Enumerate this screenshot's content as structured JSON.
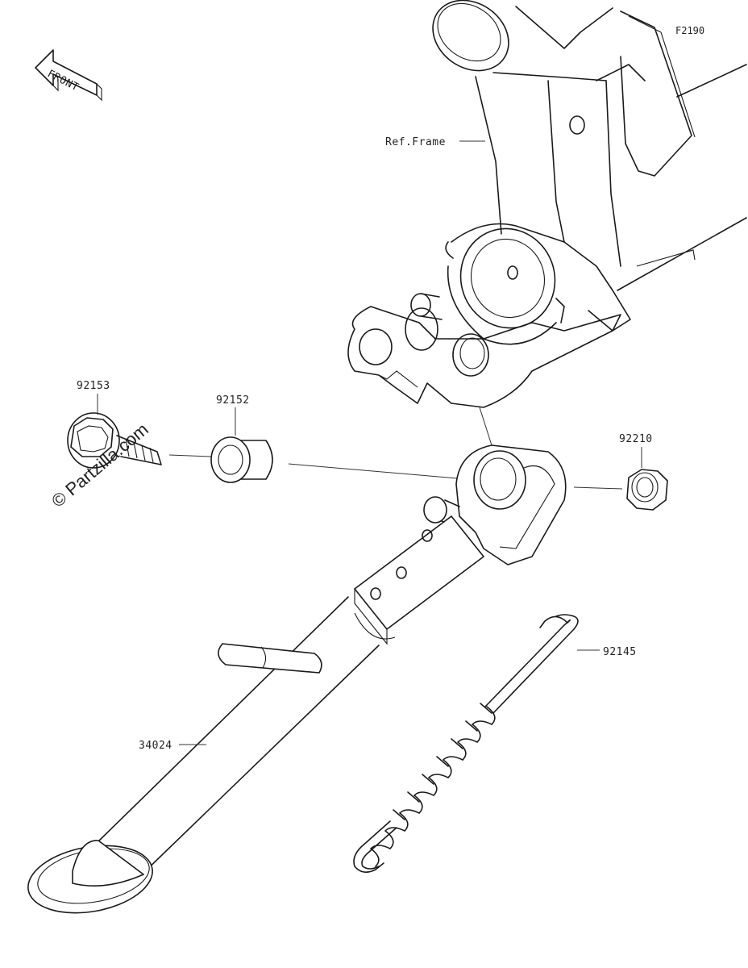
{
  "figure_code": "F2190",
  "front_indicator": "FRONT",
  "watermark": "© Partzilla.com",
  "labels": {
    "frame": "Ref.Frame",
    "bolt": "92153",
    "collar": "92152",
    "nut": "92210",
    "spring": "92145",
    "stand": "34024"
  }
}
